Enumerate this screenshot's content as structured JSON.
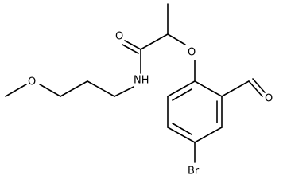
{
  "atoms": {
    "carbonyl_oxygen": "O",
    "nitrogen": "NH",
    "ether_oxygen_methoxy": "O",
    "ether_oxygen_aryl": "O",
    "aldehyde_oxygen": "O",
    "bromine": "Br"
  }
}
